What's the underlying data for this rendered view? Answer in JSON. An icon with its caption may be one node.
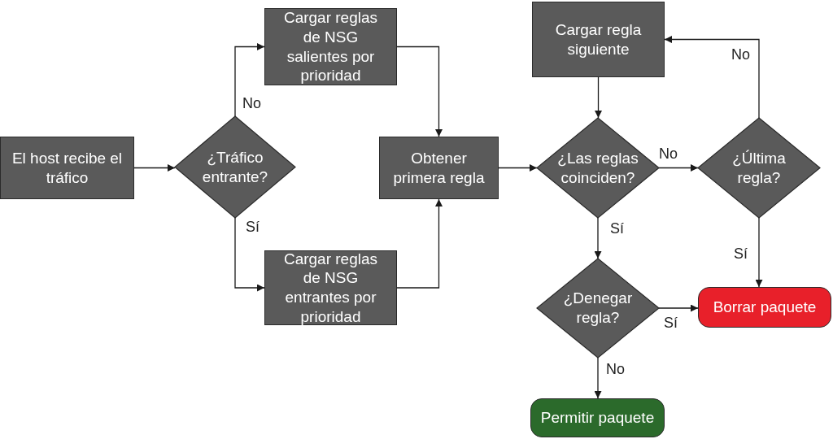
{
  "diagram": {
    "nodes": [
      {
        "text": [
          "El host recibe el tráfico"
        ]
      },
      {
        "text": [
          "¿Tráfico entrante?"
        ]
      },
      {
        "text": [
          "Cargar reglas de NSG salientes por prioridad"
        ]
      },
      {
        "text": [
          "Cargar reglas de NSG entrantes por prioridad"
        ]
      },
      {
        "text": [
          "Obtener primera regla"
        ]
      },
      {
        "text": [
          "Cargar regla siguiente"
        ]
      },
      {
        "text": [
          "¿Las reglas coinciden?"
        ]
      },
      {
        "text": [
          "¿Última regla?"
        ]
      },
      {
        "text": [
          "¿Denegar regla?"
        ]
      },
      {
        "text": [
          "Borrar paquete"
        ]
      },
      {
        "text": [
          "Permitir paquete"
        ]
      }
    ],
    "edges": [
      {
        "from": 0,
        "to": 1,
        "arrow": "to"
      },
      {
        "from": 1,
        "to": 2,
        "arrow": "to",
        "label": "No"
      },
      {
        "from": 1,
        "to": 3,
        "arrow": "to",
        "label": "Sí"
      },
      {
        "from": 2,
        "to": 4,
        "arrow": "to"
      },
      {
        "from": 3,
        "to": 4,
        "arrow": "to"
      },
      {
        "from": 4,
        "to": 6,
        "arrow": "to"
      },
      {
        "from": 5,
        "to": 6,
        "arrow": "to"
      },
      {
        "from": 6,
        "to": 7,
        "arrow": "to",
        "label": "No"
      },
      {
        "from": 6,
        "to": 8,
        "arrow": "to",
        "label": "Sí"
      },
      {
        "from": 7,
        "to": 5,
        "arrow": "to",
        "label": "No"
      },
      {
        "from": 7,
        "to": 9,
        "arrow": "to",
        "label": "Sí"
      },
      {
        "from": 8,
        "to": 9,
        "arrow": "to",
        "label": "Sí"
      },
      {
        "from": 8,
        "to": 10,
        "arrow": "to",
        "label": "No"
      }
    ]
  }
}
